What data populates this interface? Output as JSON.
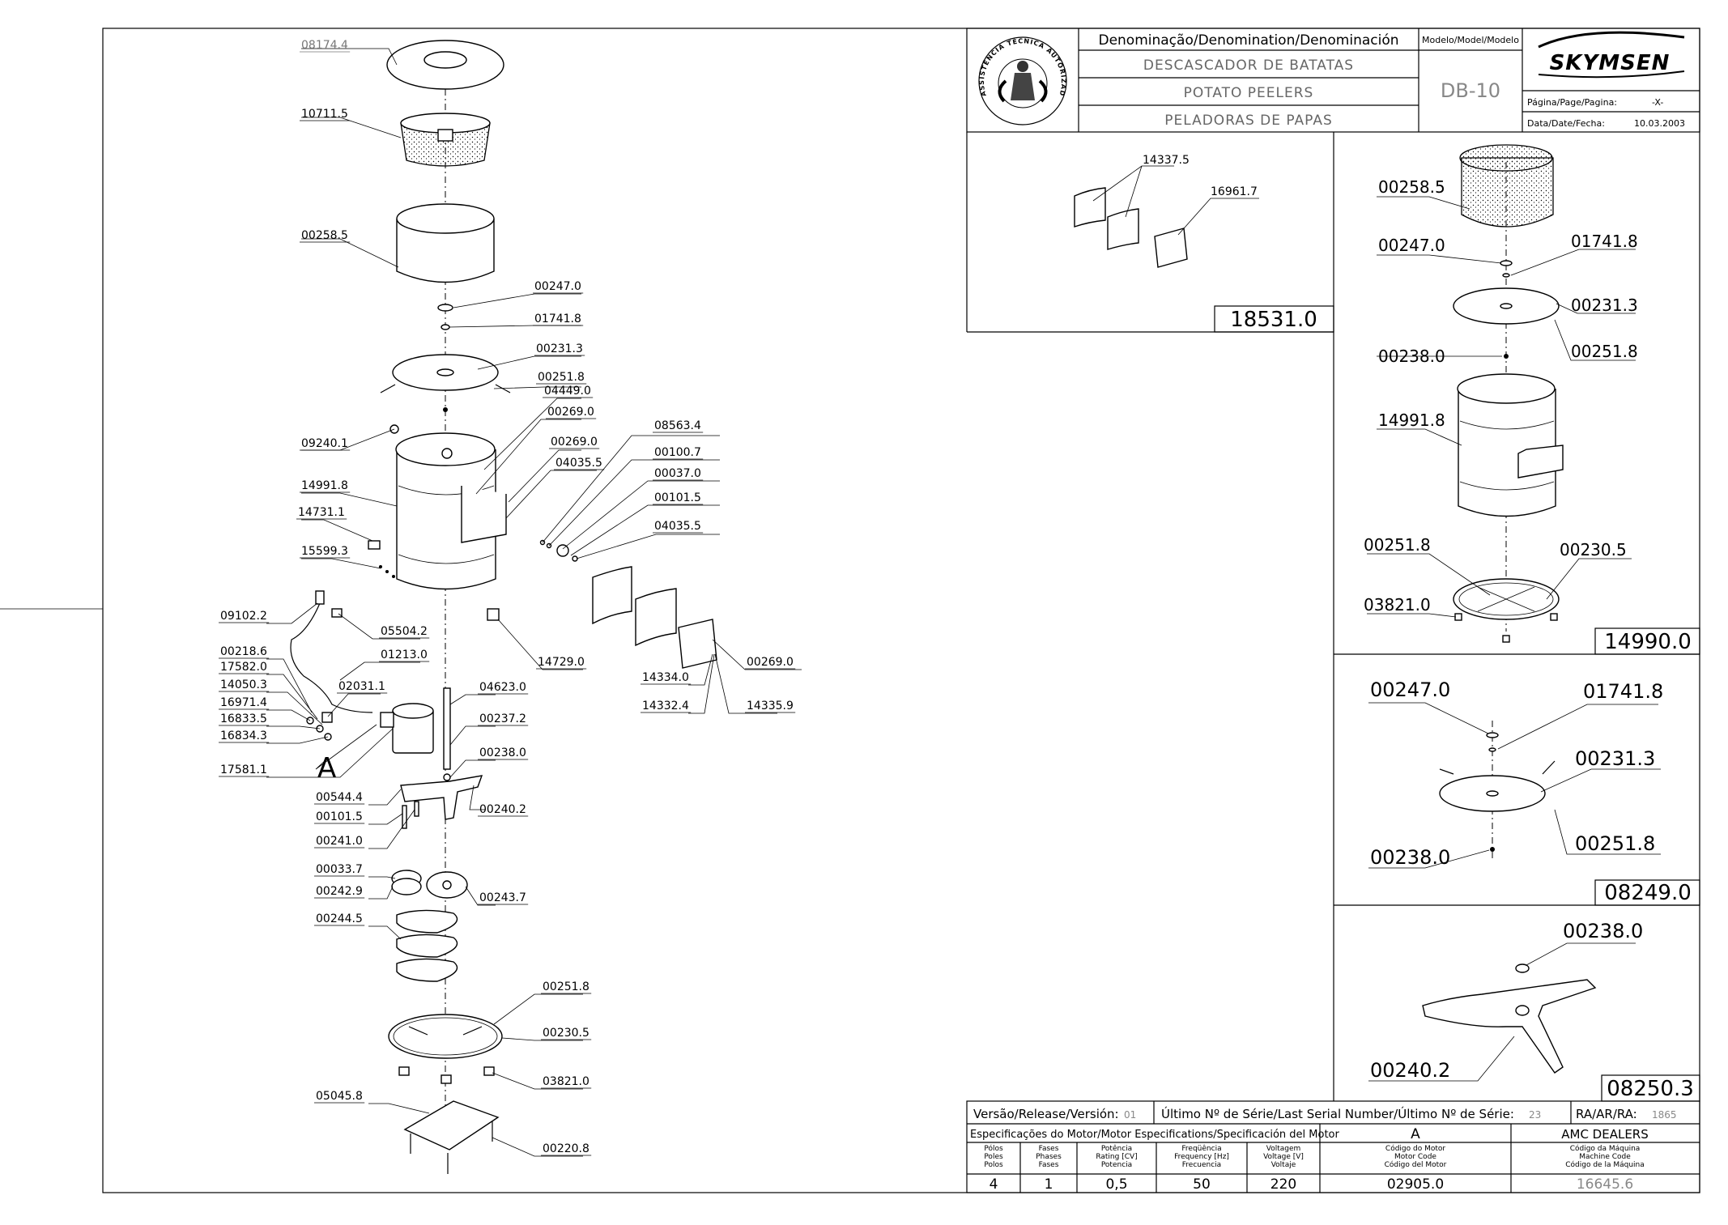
{
  "title_block": {
    "header": "Denominação/Denomination/Denominación",
    "names": [
      "DESCASCADOR DE BATATAS",
      "POTATO PEELERS",
      "PELADORAS DE PAPAS"
    ],
    "model_label": "Modelo/Model/Modelo",
    "model": "DB-10",
    "brand": "SKYMSEN",
    "page_label": "Página/Page/Pagina:",
    "page_value": "-X-",
    "date_label": "Data/Date/Fecha:",
    "date_value": "10.03.2003",
    "seal_text": "ASSISTÊNCIA TÉCNICA AUTORIZADA"
  },
  "main_labels": [
    {
      "text": "08174.4",
      "grey": true
    },
    {
      "text": "10711.5"
    },
    {
      "text": "00258.5"
    },
    {
      "text": "00247.0"
    },
    {
      "text": "01741.8"
    },
    {
      "text": "00231.3"
    },
    {
      "text": "00251.8"
    },
    {
      "text": "04449.0"
    },
    {
      "text": "00269.0"
    },
    {
      "text": "09240.1"
    },
    {
      "text": "00269.0"
    },
    {
      "text": "08563.4"
    },
    {
      "text": "04035.5"
    },
    {
      "text": "00100.7"
    },
    {
      "text": "14991.8"
    },
    {
      "text": "00037.0"
    },
    {
      "text": "14731.1"
    },
    {
      "text": "00101.5"
    },
    {
      "text": "04035.5"
    },
    {
      "text": "15599.3"
    },
    {
      "text": "09102.2"
    },
    {
      "text": "05504.2"
    },
    {
      "text": "00218.6"
    },
    {
      "text": "01213.0"
    },
    {
      "text": "17582.0"
    },
    {
      "text": "14729.0"
    },
    {
      "text": "14050.3"
    },
    {
      "text": "02031.1"
    },
    {
      "text": "00269.0"
    },
    {
      "text": "14334.0"
    },
    {
      "text": "16971.4"
    },
    {
      "text": "04623.0"
    },
    {
      "text": "14332.4"
    },
    {
      "text": "14335.9"
    },
    {
      "text": "16833.5"
    },
    {
      "text": "00237.2"
    },
    {
      "text": "16834.3"
    },
    {
      "text": "00238.0"
    },
    {
      "text": "17581.1"
    },
    {
      "text": "A"
    },
    {
      "text": "00544.4"
    },
    {
      "text": "00240.2"
    },
    {
      "text": "00101.5"
    },
    {
      "text": "00241.0"
    },
    {
      "text": "00033.7"
    },
    {
      "text": "00242.9"
    },
    {
      "text": "00243.7"
    },
    {
      "text": "00244.5"
    },
    {
      "text": "00251.8"
    },
    {
      "text": "00230.5"
    },
    {
      "text": "03821.0"
    },
    {
      "text": "05045.8"
    },
    {
      "text": "00220.8"
    }
  ],
  "sub_18531": {
    "labels": [
      "14337.5",
      "16961.7"
    ],
    "code": "18531.0"
  },
  "sub_14990": {
    "labels": [
      "00258.5",
      "00247.0",
      "01741.8",
      "00231.3",
      "00238.0",
      "00251.8",
      "14991.8",
      "00251.8",
      "00230.5",
      "03821.0"
    ],
    "code": "14990.0"
  },
  "sub_08249": {
    "labels": [
      "00247.0",
      "01741.8",
      "00231.3",
      "00238.0",
      "00251.8"
    ],
    "code": "08249.0"
  },
  "sub_08250": {
    "labels": [
      "00238.0",
      "00240.2"
    ],
    "code": "08250.3"
  },
  "bottom": {
    "version_label": "Versão/Release/Versión:",
    "version": "01",
    "serial_label": "Último Nº de Série/Last Serial Number/Último Nº de Série:",
    "serial": "23",
    "ra_label": "RA/AR/RA:",
    "ra": "1865",
    "motor_spec_label": "Especificações do Motor/Motor Especifications/Specificación del Motor",
    "motor_letter": "A",
    "dealer": "AMC DEALERS",
    "columns": [
      {
        "h": [
          "Pólos",
          "Poles",
          "Polos"
        ],
        "v": "4"
      },
      {
        "h": [
          "Fases",
          "Phases",
          "Fases"
        ],
        "v": "1"
      },
      {
        "h": [
          "Potência",
          "Rating [CV]",
          "Potencia"
        ],
        "v": "0,5"
      },
      {
        "h": [
          "Freqüência",
          "Frequency [Hz]",
          "Frecuencia"
        ],
        "v": "50"
      },
      {
        "h": [
          "Voltagem",
          "Voltage [V]",
          "Voltaje"
        ],
        "v": "220"
      },
      {
        "h": [
          "Código do Motor",
          "Motor Code",
          "Código del Motor"
        ],
        "v": "02905.0"
      },
      {
        "h": [
          "Código da Máquina",
          "Machine Code",
          "Código de la Máquina"
        ],
        "v": "16645.6"
      }
    ]
  }
}
